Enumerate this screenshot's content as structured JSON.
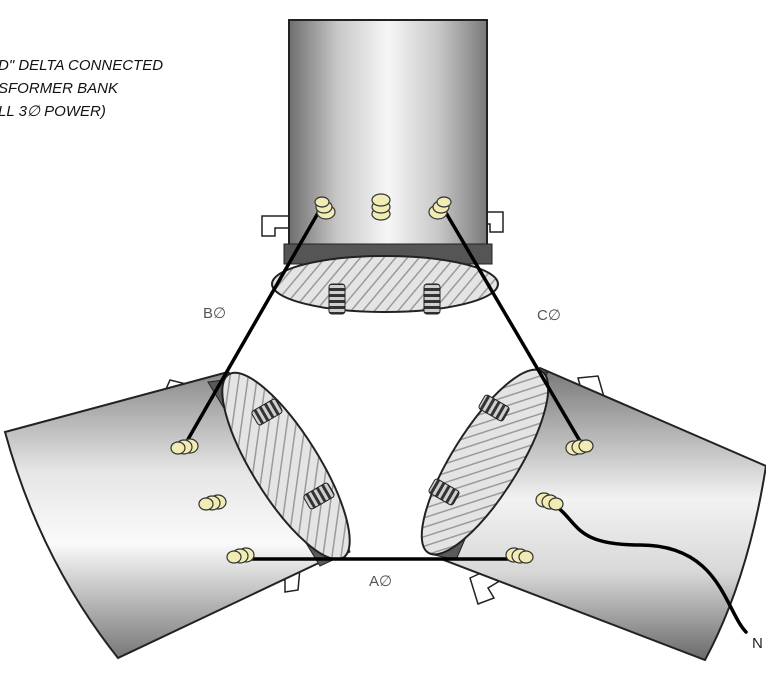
{
  "title": {
    "line1": "D\" DELTA CONNECTED",
    "line2": "SFORMER BANK",
    "line3": "LL 3∅ POWER)"
  },
  "phases": {
    "b": "B∅",
    "c": "C∅",
    "a": "A∅"
  },
  "neutral": "N",
  "colors": {
    "tank_dark": "#6e6e6e",
    "tank_light": "#f4f4f4",
    "bushing": "#f0ecb4",
    "wire": "#000000",
    "label": "#555555"
  }
}
